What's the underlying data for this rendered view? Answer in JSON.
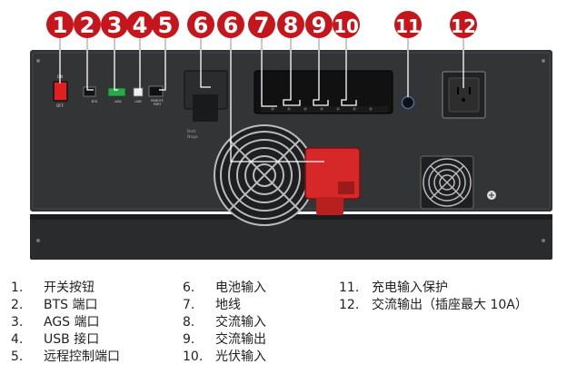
{
  "callouts": [
    {
      "n": "1"
    },
    {
      "n": "2"
    },
    {
      "n": "3"
    },
    {
      "n": "4"
    },
    {
      "n": "5"
    },
    {
      "n": "6"
    },
    {
      "n": "6"
    },
    {
      "n": "7"
    },
    {
      "n": "8"
    },
    {
      "n": "9"
    },
    {
      "n": "10"
    },
    {
      "n": "11"
    },
    {
      "n": "12"
    }
  ],
  "panel_labels": {
    "on": "ON",
    "off": "OFF",
    "bts": "BTS",
    "ags": "AGS",
    "usb": "USB",
    "remote": "REMOTE",
    "remote2": "PORT",
    "battery1": "Batt",
    "battery2": "Nega"
  },
  "legend": [
    {
      "num": "1.",
      "text": "开关按钮"
    },
    {
      "num": "2.",
      "text": "BTS 端口"
    },
    {
      "num": "3.",
      "text": "AGS 端口"
    },
    {
      "num": "4.",
      "text": "USB 接口"
    },
    {
      "num": "5.",
      "text": "远程控制端口"
    },
    {
      "num": "6.",
      "text": "电池输入"
    },
    {
      "num": "7.",
      "text": "地线"
    },
    {
      "num": "8.",
      "text": "交流输入"
    },
    {
      "num": "9.",
      "text": "交流输出"
    },
    {
      "num": "10.",
      "text": "光伏输入"
    },
    {
      "num": "11.",
      "text": "充电输入保护"
    },
    {
      "num": "12.",
      "text": "交流输出（插座最大 10A）"
    }
  ],
  "colors": {
    "callout": "#c4161c",
    "panel": "#333436",
    "panel_dark": "#1e1f20",
    "battery_positive": "#d62828",
    "ags_terminal": "#2aa84a"
  }
}
